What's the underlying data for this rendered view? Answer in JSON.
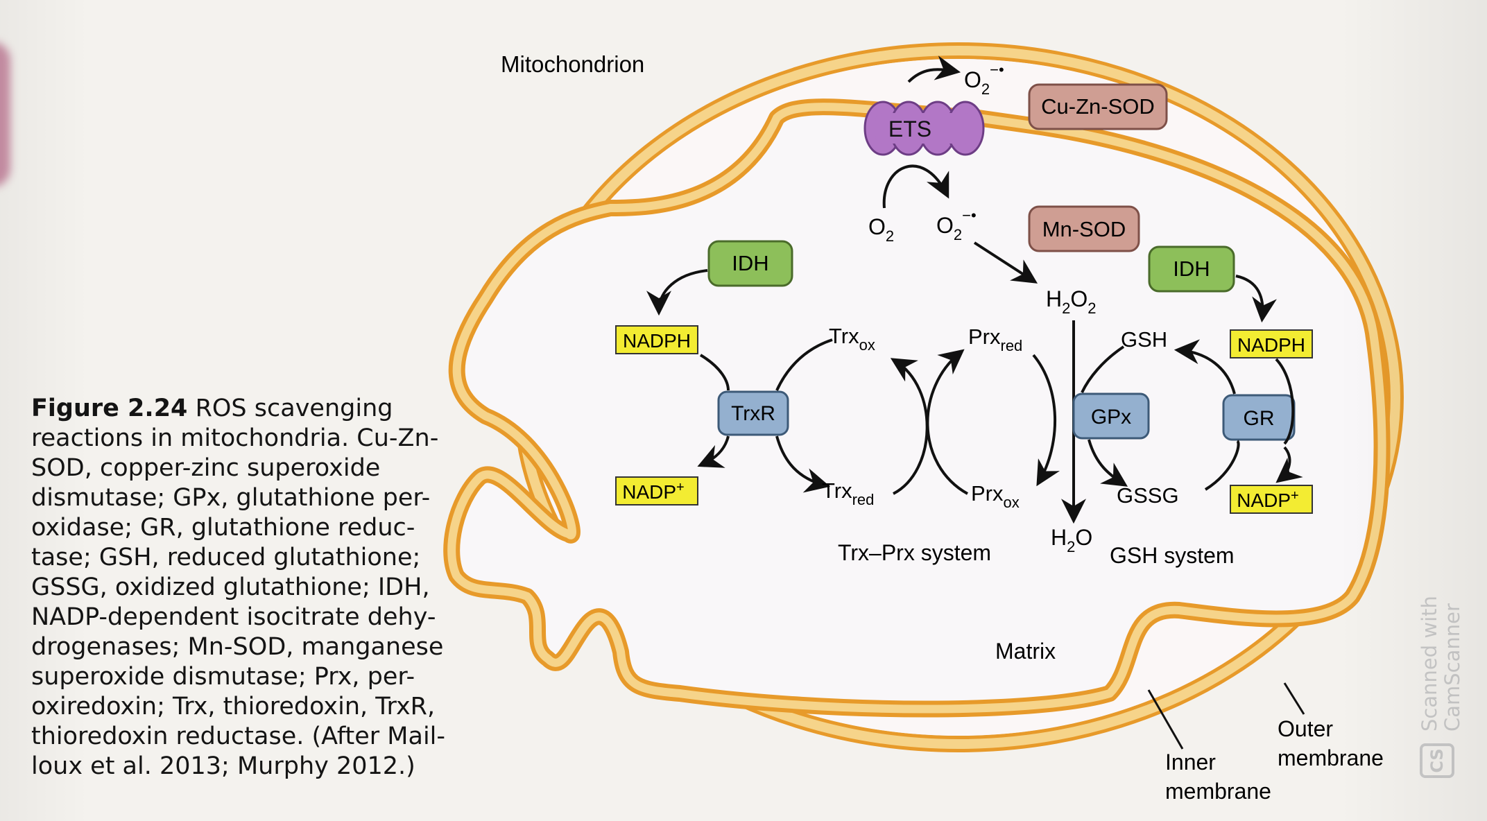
{
  "caption": {
    "figure_label": "Figure 2.24",
    "text": "ROS scavenging reactions in mitochondria. Cu-Zn-SOD, copper-zinc superoxide dismutase; GPx, glutathione per-oxidase; GR, glutathione reduc-tase; GSH, reduced glutathione; GSSG, oxidized glutathione; IDH, NADP-dependent isocitrate dehy-drogenases; Mn-SOD, manganese superoxide dismutase; Prx, per-oxiredoxin; Trx, thioredoxin, TrxR, thioredoxin reductase. (After Mail-loux et al. 2013; Murphy 2012.)"
  },
  "diagram": {
    "title": "Mitochondrion",
    "matrix_label": "Matrix",
    "inner_membrane_label": [
      "Inner",
      "membrane"
    ],
    "outer_membrane_label": [
      "Outer",
      "membrane"
    ],
    "boxes": {
      "ets": "ETS",
      "cu_zn_sod": "Cu-Zn-SOD",
      "mn_sod": "Mn-SOD",
      "idh_left": "IDH",
      "idh_right": "IDH",
      "nadph_left": "NADPH",
      "nadph_right": "NADPH",
      "nadp_left": "NADP",
      "nadp_right": "NADP",
      "nadp_superscript": "+",
      "trxr": "TrxR",
      "gpx": "GPx",
      "gr": "GR"
    },
    "molecules": {
      "superoxide_outer": {
        "base": "O",
        "sub": "2",
        "sup": "−•"
      },
      "oxygen": {
        "base": "O",
        "sub": "2"
      },
      "superoxide_inner": {
        "base": "O",
        "sub": "2",
        "sup": "−•"
      },
      "hydrogen_peroxide": {
        "a": "H",
        "b": "2",
        "c": "O",
        "d": "2"
      },
      "water": {
        "a": "H",
        "b": "2",
        "c": "O"
      },
      "trx_ox": {
        "base": "Trx",
        "sub": "ox"
      },
      "trx_red": {
        "base": "Trx",
        "sub": "red"
      },
      "prx_red": {
        "base": "Prx",
        "sub": "red"
      },
      "prx_ox": {
        "base": "Prx",
        "sub": "ox"
      },
      "gsh": "GSH",
      "gssg": "GSSG"
    },
    "system_labels": {
      "trx_prx": "Trx–Prx system",
      "gsh": "GSH system"
    },
    "colors": {
      "membrane": "#f0a936",
      "membrane_fill": "#f6d48a",
      "ets": "#b277c6",
      "sod": "#cf9e93",
      "idh": "#8dbf5a",
      "cofactor": "#f3ec32",
      "reductase": "#94b0cf"
    }
  },
  "watermark": {
    "line1": "Scanned with",
    "line2": "CamScanner",
    "logo": "CS"
  }
}
